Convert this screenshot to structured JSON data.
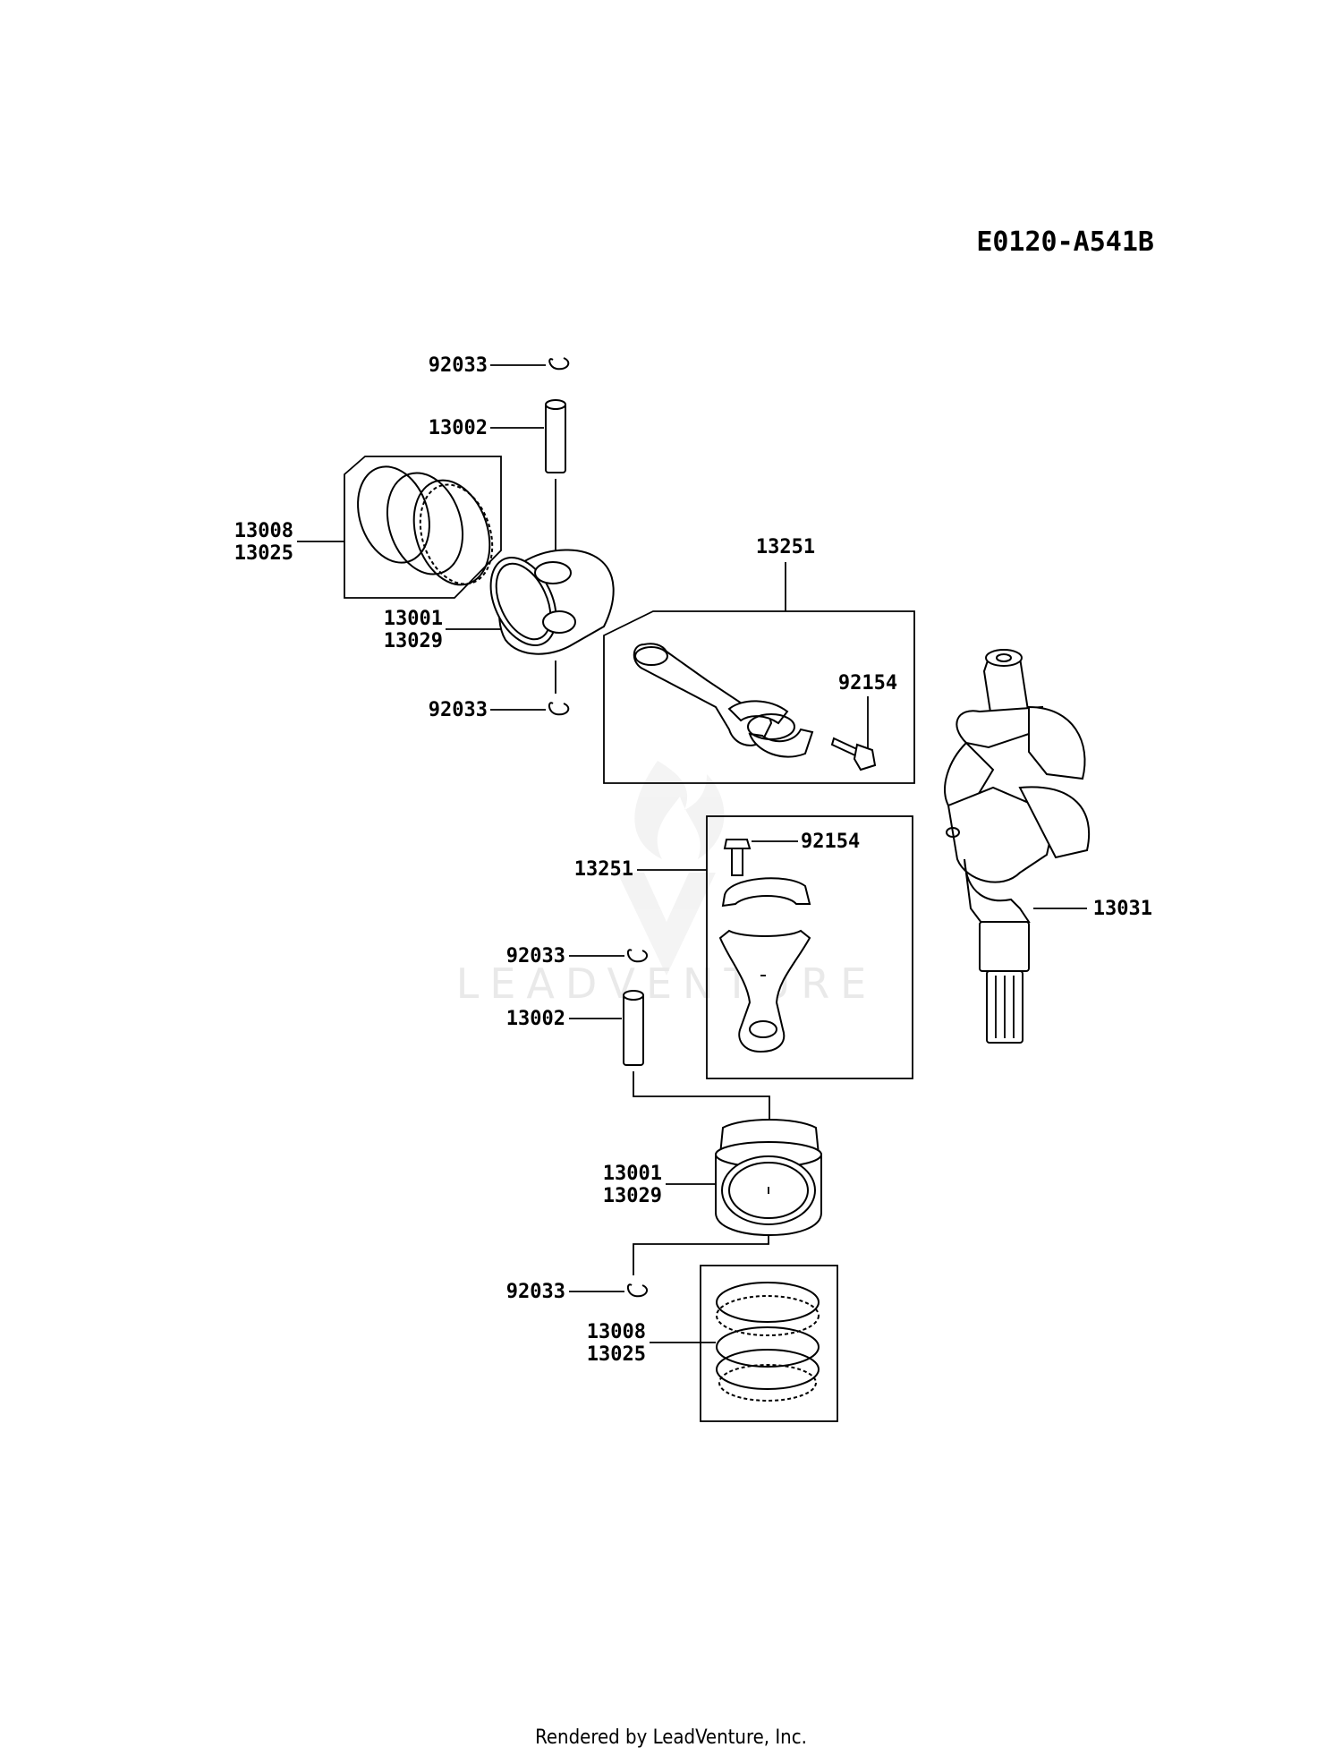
{
  "diagram_code": "E0120-A541B",
  "watermark": "LEADVENTURE",
  "footer": "Rendered by LeadVenture, Inc.",
  "callouts": {
    "top_circlip_upper": "92033",
    "top_pin": "13002",
    "top_rings": [
      "13008",
      "13025"
    ],
    "top_piston": [
      "13001",
      "13029"
    ],
    "top_circlip_lower": "92033",
    "top_rod_assy": "13251",
    "top_rod_bolt": "92154",
    "crankshaft": "13031",
    "bottom_rod_bolt": "92154",
    "bottom_rod_assy": "13251",
    "bottom_circlip_upper": "92033",
    "bottom_pin": "13002",
    "bottom_piston": [
      "13001",
      "13029"
    ],
    "bottom_circlip_lower": "92033",
    "bottom_rings": [
      "13008",
      "13025"
    ]
  }
}
